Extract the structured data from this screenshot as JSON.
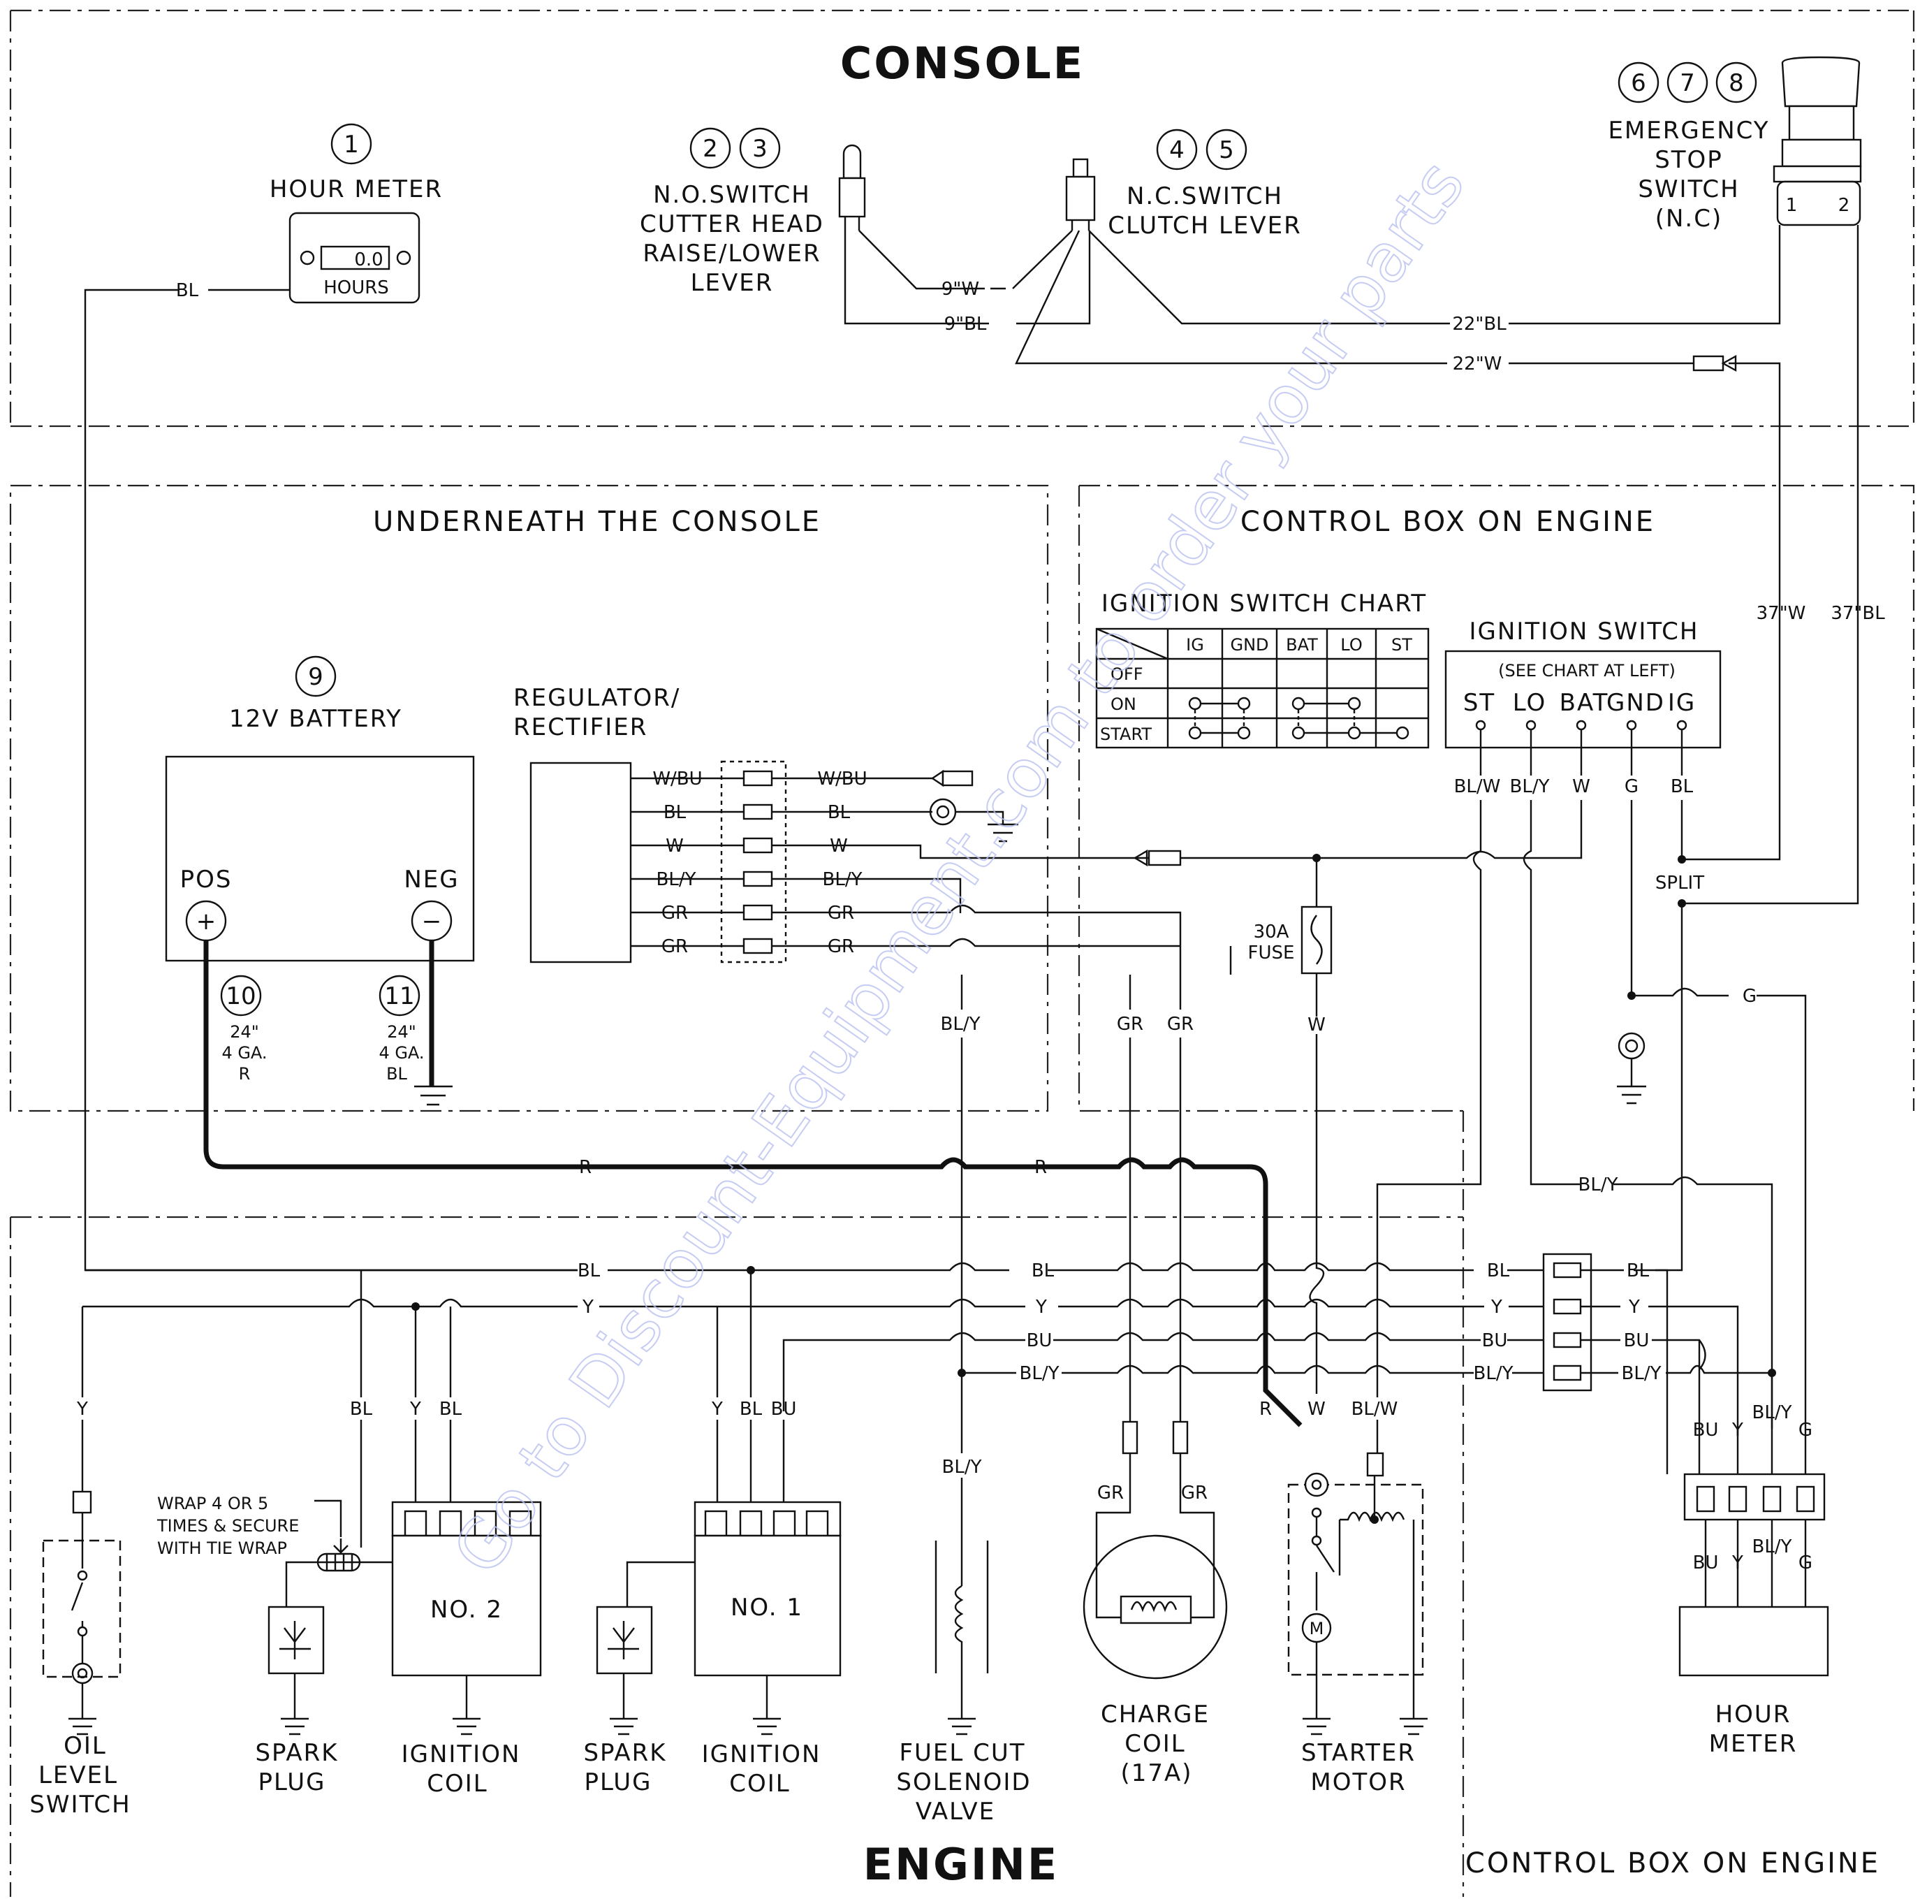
{
  "sections": {
    "console": "CONSOLE",
    "engine": "ENGINE",
    "underneath": "UNDERNEATH THE CONSOLE",
    "control_box": "CONTROL BOX ON ENGINE",
    "control_box_bottom": "CONTROL BOX ON ENGINE"
  },
  "console_components": {
    "hour_meter": {
      "num": "1",
      "label": "HOUR METER",
      "display": "0.0",
      "unit": "HOURS"
    },
    "no_switch": {
      "nums": [
        "2",
        "3"
      ],
      "lines": [
        "N.O.SWITCH",
        "CUTTER HEAD",
        "RAISE/LOWER",
        "LEVER"
      ]
    },
    "nc_switch": {
      "nums": [
        "4",
        "5"
      ],
      "lines": [
        "N.C.SWITCH",
        "CLUTCH LEVER"
      ]
    },
    "estop": {
      "nums": [
        "6",
        "7",
        "8"
      ],
      "lines": [
        "EMERGENCY",
        "STOP",
        "SWITCH",
        "(N.C)"
      ],
      "pins": [
        "1",
        "2"
      ]
    }
  },
  "battery": {
    "num": "9",
    "label": "12V BATTERY",
    "pos": "POS",
    "neg": "NEG",
    "pos_sym": "+",
    "neg_sym": "−"
  },
  "battery_cables": [
    {
      "num": "10",
      "lines": [
        "24\"",
        "4 GA.",
        "R"
      ]
    },
    {
      "num": "11",
      "lines": [
        "24\"",
        "4 GA.",
        "BL"
      ]
    }
  ],
  "regulator": {
    "lines": [
      "REGULATOR/",
      "RECTIFIER"
    ],
    "left_wires": [
      "W/BU",
      "BL",
      "W",
      "BL/Y",
      "GR",
      "GR"
    ],
    "right_wires": [
      "W/BU",
      "BL",
      "W",
      "BL/Y",
      "GR",
      "GR"
    ]
  },
  "ignition_chart": {
    "title": "IGNITION SWITCH CHART",
    "columns": [
      "IG",
      "GND",
      "BAT",
      "LO",
      "ST"
    ],
    "rows": [
      "OFF",
      "ON",
      "START"
    ]
  },
  "ignition_switch": {
    "title": "IGNITION SWITCH",
    "note": "(SEE CHART AT LEFT)",
    "terminals": [
      "ST",
      "LO",
      "BAT",
      "GND",
      "IG"
    ],
    "wires": [
      "BL/W",
      "BL/Y",
      "W",
      "G",
      "BL"
    ]
  },
  "fuse": {
    "lines": [
      "30A",
      "FUSE"
    ]
  },
  "split_label": "SPLIT",
  "wraps": {
    "lines": [
      "WRAP 4 OR 5",
      "TIMES & SECURE",
      "WITH TIE WRAP"
    ]
  },
  "wire_labels": {
    "bl": "BL",
    "w9": "9\"W",
    "bl9": "9\"BL",
    "bl22": "22\"BL",
    "w22": "22\"W",
    "w37": "37\"W",
    "bl37": "37\"BL",
    "r": "R",
    "y": "Y",
    "bu": "BU",
    "bly": "BL/Y",
    "blw": "BL/W",
    "gr": "GR",
    "g": "G",
    "w": "W"
  },
  "engine_components": {
    "coil2": "NO. 2",
    "coil1": "NO. 1",
    "oil": [
      "OIL",
      "LEVEL",
      "SWITCH"
    ],
    "spark": [
      "SPARK",
      "PLUG"
    ],
    "ign": [
      "IGNITION",
      "COIL"
    ],
    "fuel": [
      "FUEL CUT",
      "SOLENOID",
      "VALVE"
    ],
    "charge": [
      "CHARGE",
      "COIL",
      "(17A)"
    ],
    "starter": [
      "STARTER",
      "MOTOR"
    ],
    "hourmeter": [
      "HOUR",
      "METER"
    ],
    "motor_sym": "M"
  },
  "watermark": "Go to Discount-Equipment.com to order your parts"
}
